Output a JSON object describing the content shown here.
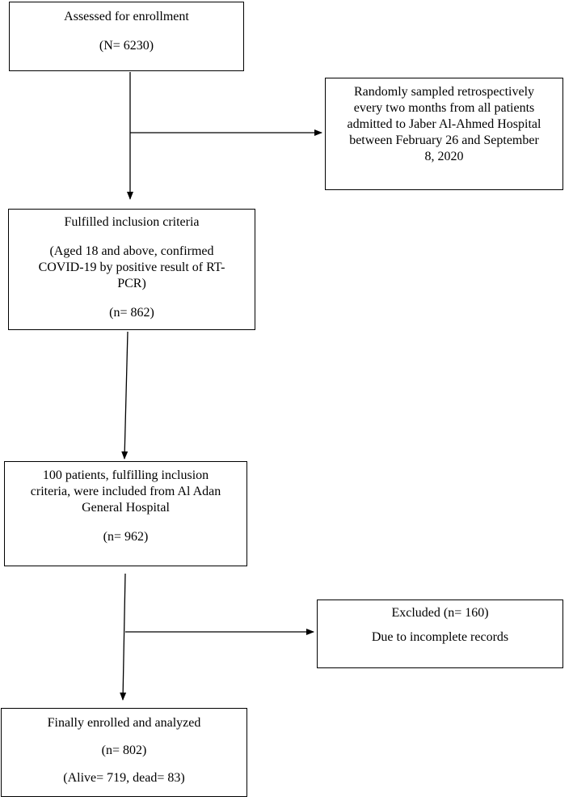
{
  "boxes": {
    "assessed": {
      "line1": "Assessed for enrollment",
      "line2": "(N= 6230)"
    },
    "sampled": {
      "lines": [
        "Randomly sampled retrospectively",
        "every two months from all patients",
        "admitted to Jaber Al-Ahmed Hospital",
        "between February 26 and September",
        "8, 2020"
      ]
    },
    "fulfilled": {
      "title": "Fulfilled inclusion criteria",
      "criteria": [
        "(Aged 18 and above, confirmed",
        "COVID-19 by positive result of RT-",
        "PCR)"
      ],
      "count": "(n= 862)"
    },
    "adan": {
      "lines": [
        "100 patients, fulfilling inclusion",
        "criteria, were included from Al Adan",
        "General Hospital"
      ],
      "count": "(n= 962)"
    },
    "excluded": {
      "line1": "Excluded (n= 160)",
      "line2": "Due to incomplete records"
    },
    "final": {
      "line1": "Finally enrolled and analyzed",
      "line2": "(n= 802)",
      "line3": "(Alive= 719, dead= 83)"
    }
  }
}
